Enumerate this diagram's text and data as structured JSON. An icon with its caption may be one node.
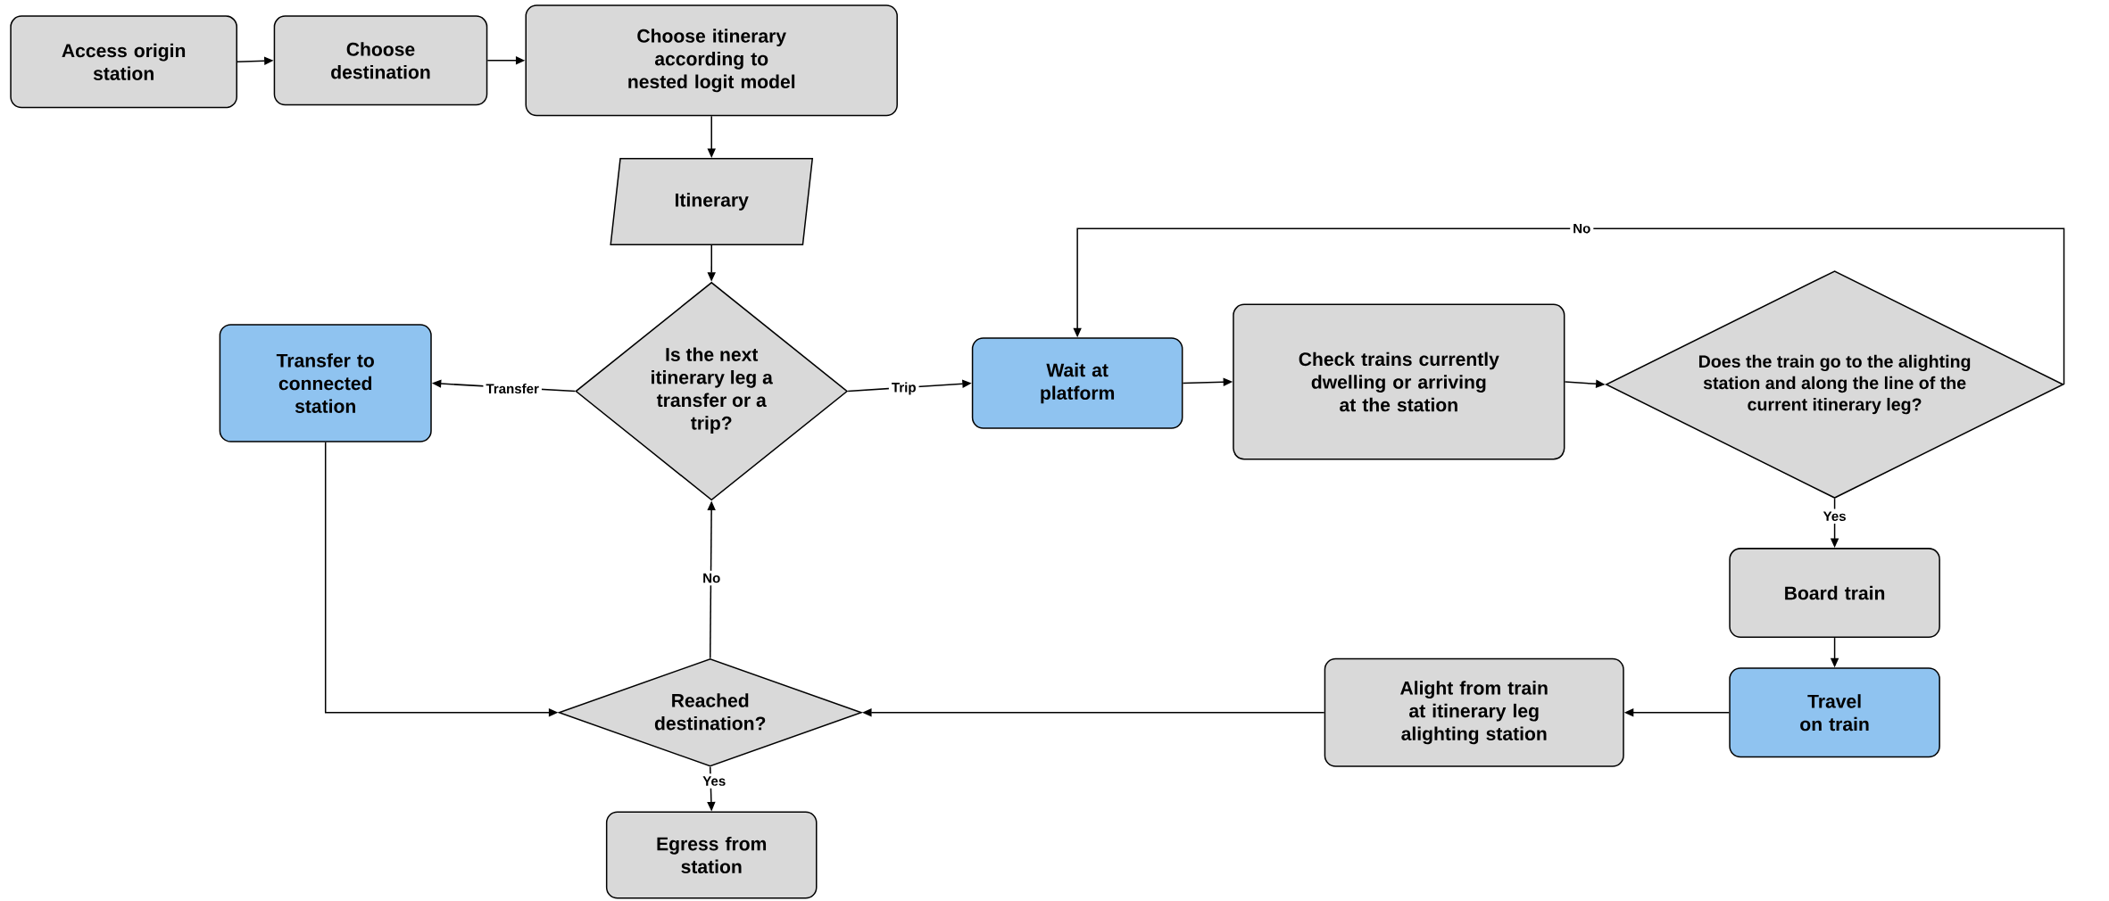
{
  "diagram": {
    "nodes": [
      {
        "text": [
          "Access origin station"
        ]
      },
      {
        "text": [
          "Choose destination"
        ]
      },
      {
        "text": [
          "Choose itinerary according to nested logit model"
        ]
      },
      {
        "text": [
          "Itinerary"
        ]
      },
      {
        "text": [
          "Is the next itinerary leg a transfer or a trip?"
        ]
      },
      {
        "text": [
          "Transfer to connected station"
        ]
      },
      {
        "text": [
          "Wait at platform"
        ]
      },
      {
        "text": [
          "Check trains currently dwelling or arriving at the station"
        ]
      },
      {
        "text": [
          "Does the train go to the alighting station and along the line of the current itinerary leg?"
        ]
      },
      {
        "text": [
          "Board train"
        ]
      },
      {
        "text": [
          "Travel on train"
        ]
      },
      {
        "text": [
          "Alight from train at itinerary leg alighting station"
        ]
      },
      {
        "text": [
          "Reached destination?"
        ]
      },
      {
        "text": [
          "Egress from station"
        ]
      }
    ],
    "edges": [
      {
        "from": 0,
        "to": 1,
        "arrow": "to"
      },
      {
        "from": 1,
        "to": 2,
        "arrow": "to"
      },
      {
        "from": 2,
        "to": 3,
        "arrow": "to"
      },
      {
        "from": 3,
        "to": 4,
        "arrow": "to"
      },
      {
        "from": 4,
        "to": 5,
        "arrow": "to",
        "label": "Transfer"
      },
      {
        "from": 4,
        "to": 6,
        "arrow": "to",
        "label": "Trip"
      },
      {
        "from": 6,
        "to": 7,
        "arrow": "to"
      },
      {
        "from": 7,
        "to": 8,
        "arrow": "to"
      },
      {
        "from": 8,
        "to": 6,
        "arrow": "to",
        "label": "No"
      },
      {
        "from": 8,
        "to": 9,
        "arrow": "to",
        "label": "Yes"
      },
      {
        "from": 9,
        "to": 10,
        "arrow": "to"
      },
      {
        "from": 10,
        "to": 11,
        "arrow": "to"
      },
      {
        "from": 11,
        "to": 12,
        "arrow": "to"
      },
      {
        "from": 5,
        "to": 12,
        "arrow": "to"
      },
      {
        "from": 12,
        "to": 4,
        "arrow": "to",
        "label": "No"
      },
      {
        "from": 12,
        "to": 13,
        "arrow": "to",
        "label": "Yes"
      }
    ]
  }
}
